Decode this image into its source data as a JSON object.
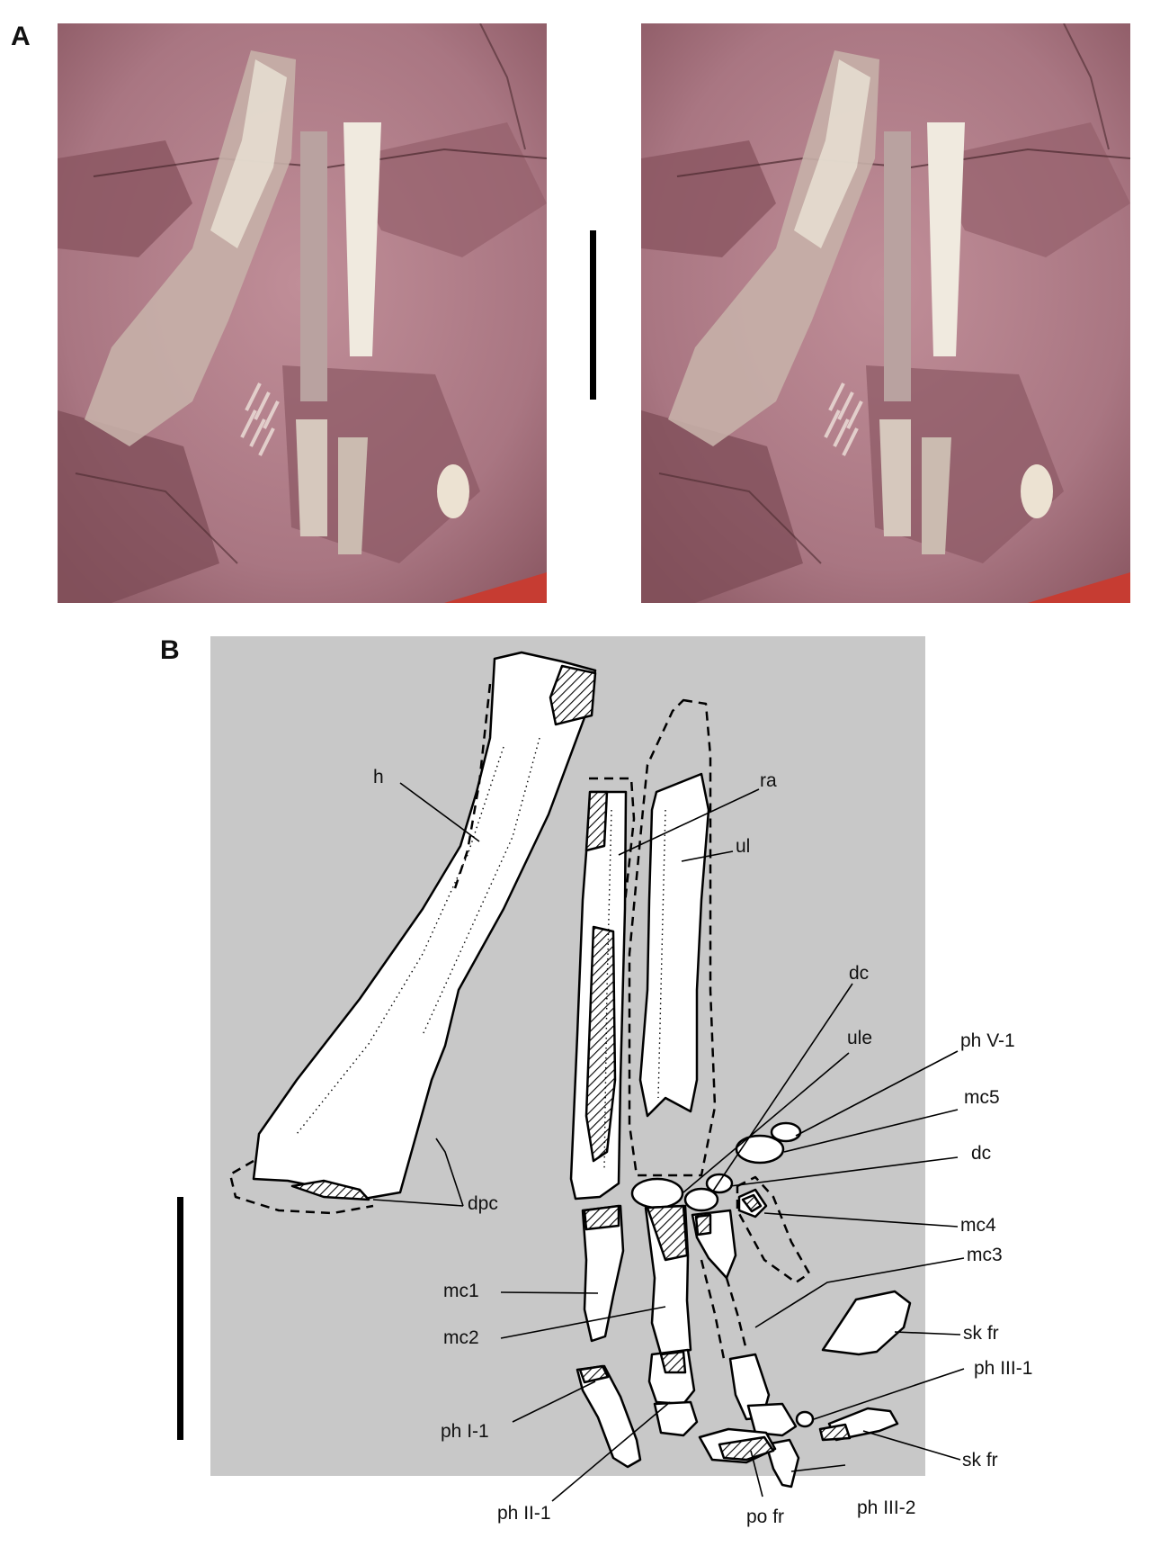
{
  "panels": [
    {
      "letter": "A"
    },
    {
      "letter": "B"
    }
  ],
  "colors": {
    "matrix": "#b37f8a",
    "matrix_dark": "#7d4a52",
    "bone": "#ecdfc9",
    "drawing_background": "#c8c8c8",
    "bone_fill": "#ffffff",
    "ink": "#000000",
    "red_edge": "#c63c32"
  },
  "labels": {
    "h": "h",
    "ra": "ra",
    "ul": "ul",
    "dc_upper": "dc",
    "ule": "ule",
    "ph_v1": "ph V-1",
    "mc5": "mc5",
    "dc_lower": "dc",
    "dpc": "dpc",
    "mc4": "mc4",
    "mc3": "mc3",
    "mc1": "mc1",
    "mc2": "mc2",
    "sk_fr_upper": "sk fr",
    "ph_iii1": "ph III-1",
    "ph_i1": "ph I-1",
    "sk_fr_lower": "sk fr",
    "ph_ii1": "ph II-1",
    "po_fr": "po fr",
    "ph_iii2": "ph III-2"
  }
}
